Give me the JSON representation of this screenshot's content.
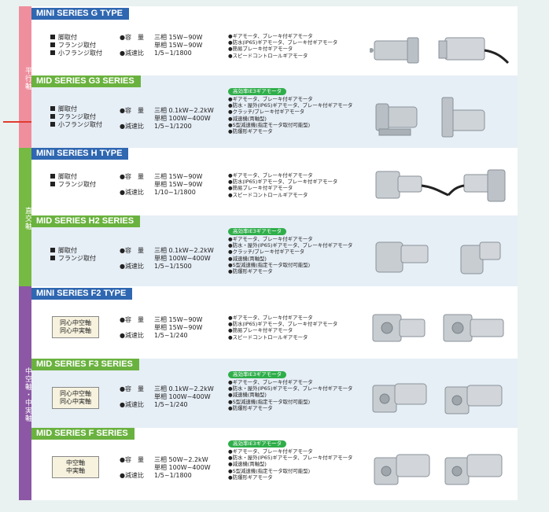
{
  "categories": [
    "平行軸",
    "直交軸",
    "中空軸・中実軸"
  ],
  "sections": [
    {
      "title": "MINI SERIES G TYPE",
      "mounts": [
        "脚取付",
        "フランジ取付",
        "小フランジ取付"
      ],
      "spec": {
        "capacity_key": "●容　量",
        "capacity_lines": [
          "三相 15W~90W",
          "単相 15W~90W"
        ],
        "ratio_key": "●減速比",
        "ratio": "1/5~1/1800"
      },
      "badge": "",
      "features": [
        "●ギアモータ、ブレーキ付ギアモータ",
        "●防水(IP65)ギアモータ、ブレーキ付ギアモータ",
        "●簡易ブレーキ付ギアモータ",
        "●スピードコントロールギアモータ"
      ]
    },
    {
      "title": "MID SERIES G3 SERIES",
      "mounts": [
        "脚取付",
        "フランジ取付",
        "小フランジ取付"
      ],
      "spec": {
        "capacity_key": "●容　量",
        "capacity_lines": [
          "三相 0.1kW~2.2kW",
          "単相 100W~400W"
        ],
        "ratio_key": "●減速比",
        "ratio": "1/5~1/1200"
      },
      "badge": "高効率IE3ギアモータ",
      "features": [
        "●ギアモータ、ブレーキ付ギアモータ",
        "●防水・屋外(IP65)ギアモータ、ブレーキ付ギアモータ",
        "●クラッチ/ブレーキ付ギアモータ",
        "●減速機(両軸型)",
        "●S型減速機(指定モータ取付可能型)",
        "●防爆形ギアモータ"
      ]
    },
    {
      "title": "MINI SERIES H TYPE",
      "mounts": [
        "脚取付",
        "フランジ取付"
      ],
      "spec": {
        "capacity_key": "●容　量",
        "capacity_lines": [
          "三相 15W~90W",
          "単相 15W~90W"
        ],
        "ratio_key": "●減速比",
        "ratio": "1/10~1/1800"
      },
      "badge": "",
      "features": [
        "●ギアモータ、ブレーキ付ギアモータ",
        "●防水(IP65)ギアモータ、ブレーキ付ギアモータ",
        "●簡易ブレーキ付ギアモータ",
        "●スピードコントロールギアモータ"
      ]
    },
    {
      "title": "MID SERIES H2 SERIES",
      "mounts": [
        "脚取付",
        "フランジ取付"
      ],
      "spec": {
        "capacity_key": "●容　量",
        "capacity_lines": [
          "三相 0.1kW~2.2kW",
          "単相 100W~400W"
        ],
        "ratio_key": "●減速比",
        "ratio": "1/5~1/1500"
      },
      "badge": "高効率IE3ギアモータ",
      "features": [
        "●ギアモータ、ブレーキ付ギアモータ",
        "●防水・屋外(IP65)ギアモータ、ブレーキ付ギアモータ",
        "●クラッチ/ブレーキ付ギアモータ",
        "●減速機(両軸型)",
        "●S型減速機(指定モータ取付可能型)",
        "●防爆形ギアモータ"
      ]
    },
    {
      "title": "MINI SERIES F2 TYPE",
      "mounts": [
        "同心中空軸",
        "同心中実軸"
      ],
      "spec": {
        "capacity_key": "●容　量",
        "capacity_lines": [
          "三相 15W~90W",
          "単相 15W~90W"
        ],
        "ratio_key": "●減速比",
        "ratio": "1/5~1/240"
      },
      "badge": "",
      "features": [
        "●ギアモータ、ブレーキ付ギアモータ",
        "●防水(IP65)ギアモータ、ブレーキ付ギアモータ",
        "●簡易ブレーキ付ギアモータ",
        "●スピードコントロールギアモータ"
      ]
    },
    {
      "title": "MID SERIES F3 SERIES",
      "mounts": [
        "同心中空軸",
        "同心中実軸"
      ],
      "spec": {
        "capacity_key": "●容　量",
        "capacity_lines": [
          "三相 0.1kW~2.2kW",
          "単相 100W~400W"
        ],
        "ratio_key": "●減速比",
        "ratio": "1/5~1/240"
      },
      "badge": "高効率IE3ギアモータ",
      "features": [
        "●ギアモータ、ブレーキ付ギアモータ",
        "●防水・屋外(IP65)ギアモータ、ブレーキ付ギアモータ",
        "●減速機(両軸型)",
        "●S型減速機(指定モータ取付可能型)",
        "●防爆形ギアモータ"
      ]
    },
    {
      "title": "MID SERIES F SERIES",
      "mounts": [
        "中空軸",
        "中実軸"
      ],
      "spec": {
        "capacity_key": "●容　量",
        "capacity_lines": [
          "三相 50W~2.2kW",
          "単相 100W~400W"
        ],
        "ratio_key": "●減速比",
        "ratio": "1/5~1/1800"
      },
      "badge": "高効率IE3ギアモータ",
      "features": [
        "●ギアモータ、ブレーキ付ギアモータ",
        "●防水・屋外(IP65)ギアモータ、ブレーキ付ギアモータ",
        "●減速機(両軸型)",
        "●S型減速機(指定モータ取付可能型)",
        "●防爆形ギアモータ"
      ]
    }
  ]
}
